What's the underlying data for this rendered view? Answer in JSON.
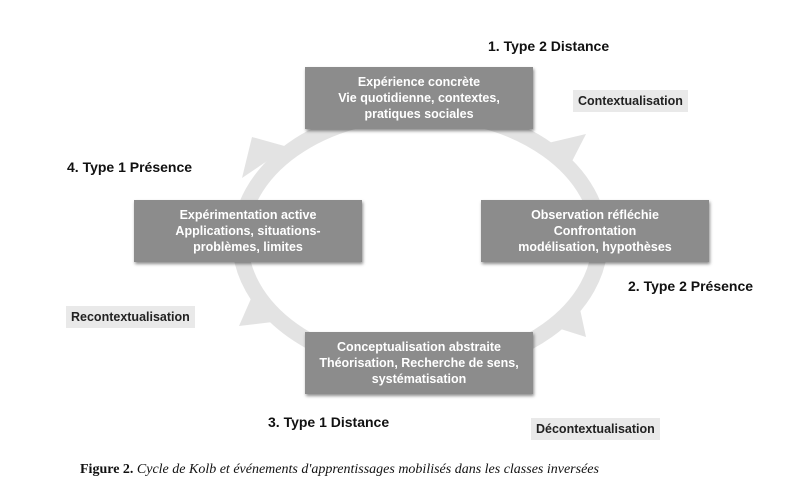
{
  "diagram": {
    "boxes": {
      "top": {
        "lines": [
          "Expérience concrète",
          "Vie quotidienne, contextes,",
          "pratiques sociales"
        ]
      },
      "right": {
        "lines": [
          "Observation réfléchie",
          "Confrontation",
          "modélisation, hypothèses"
        ]
      },
      "bottom": {
        "lines": [
          "Conceptualisation abstraite",
          "Théorisation, Recherche de sens,",
          "systématisation"
        ]
      },
      "left": {
        "lines": [
          "Expérimentation active",
          "Applications, situations-",
          "problèmes, limites"
        ]
      }
    },
    "type_labels": {
      "top_right": "1. Type 2 Distance",
      "right": "2. Type 2 Présence",
      "bottom": "3. Type 1 Distance",
      "left": "4. Type 1 Présence"
    },
    "phase_tags": {
      "contextualisation": "Contextualisation",
      "decontextualisation": "Décontextualisation",
      "recontextualisation": "Recontextualisation"
    },
    "colors": {
      "box_fill": "#8c8c8c",
      "box_text": "#ffffff",
      "cycle_ring": "#e3e3e3",
      "tag_fill": "#e9e9e9"
    }
  },
  "caption": {
    "figure_label": "Figure 2.",
    "text": "Cycle de Kolb et événements d'apprentissages mobilisés dans les classes inversées"
  }
}
